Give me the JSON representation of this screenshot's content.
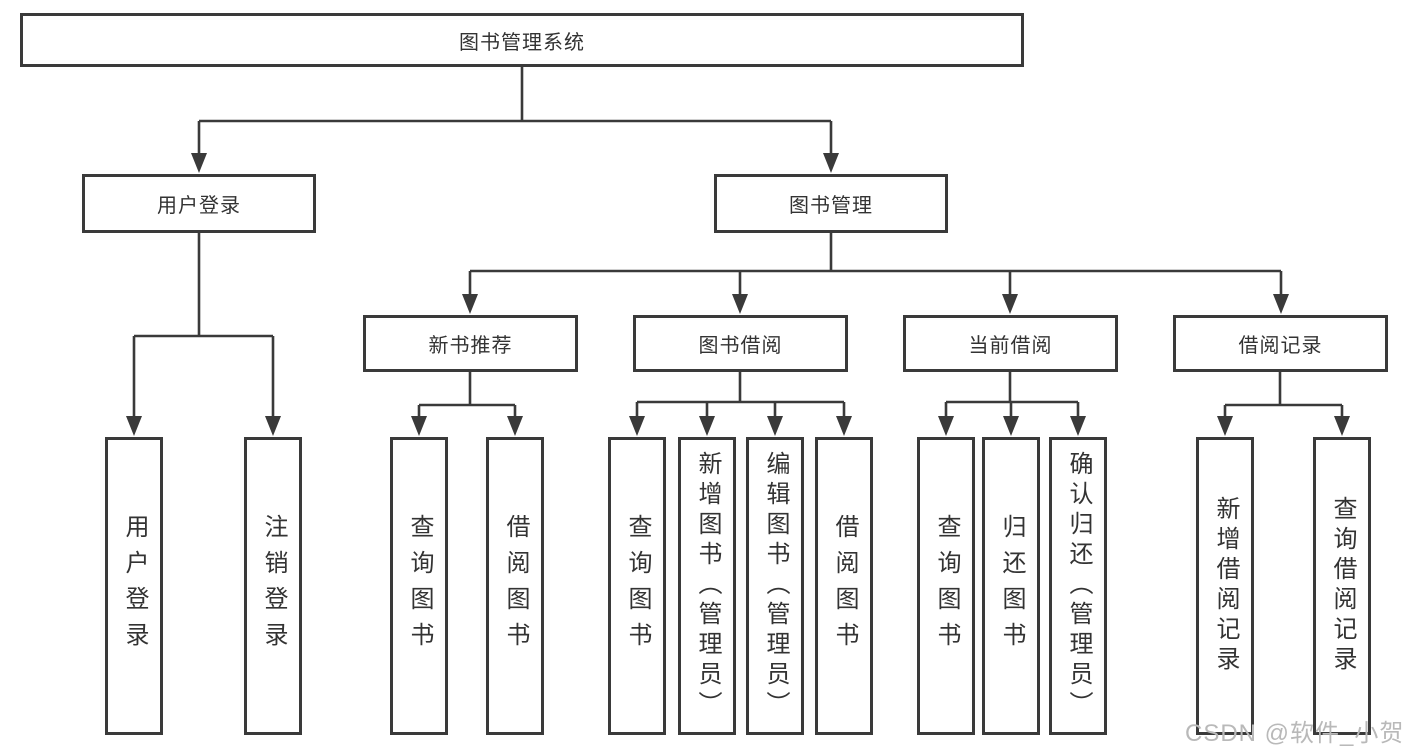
{
  "diagram": {
    "root": {
      "label": "图书管理系统"
    },
    "user_branch": {
      "label": "用户登录",
      "children": [
        {
          "label": "用户登录"
        },
        {
          "label": "注销登录"
        }
      ]
    },
    "book_branch": {
      "label": "图书管理",
      "groups": [
        {
          "label": "新书推荐",
          "children": [
            {
              "label": "查询图书"
            },
            {
              "label": "借阅图书"
            }
          ]
        },
        {
          "label": "图书借阅",
          "children": [
            {
              "label": "查询图书"
            },
            {
              "label": "新增图书（管理员）"
            },
            {
              "label": "编辑图书（管理员）"
            },
            {
              "label": "借阅图书"
            }
          ]
        },
        {
          "label": "当前借阅",
          "children": [
            {
              "label": "查询图书"
            },
            {
              "label": "归还图书"
            },
            {
              "label": "确认归还（管理员）"
            }
          ]
        },
        {
          "label": "借阅记录",
          "children": [
            {
              "label": "新增借阅记录"
            },
            {
              "label": "查询借阅记录"
            }
          ]
        }
      ]
    }
  },
  "watermark": {
    "text": "CSDN @软件_小贺同学"
  },
  "colors": {
    "line": "#3a3a3a",
    "text": "#333333",
    "watermark": "#b9b9b9",
    "background": "#ffffff"
  }
}
